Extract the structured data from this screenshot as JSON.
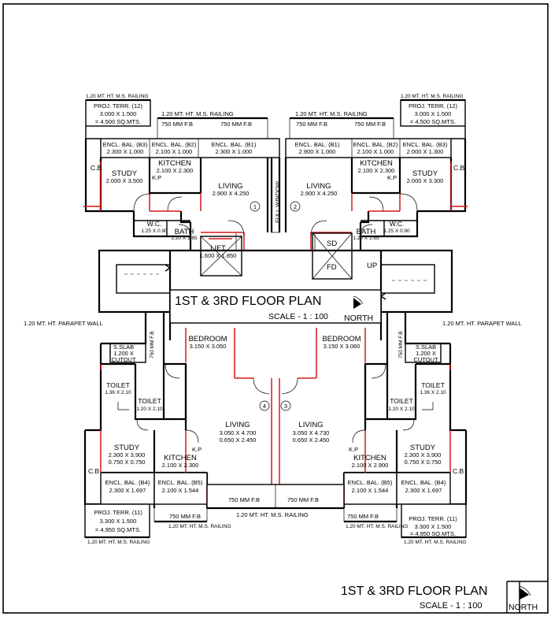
{
  "title_block": {
    "title": "1ST & 3RD FLOOR PLAN",
    "scale": "SCALE - 1 : 100",
    "north": "NORTH"
  },
  "center_title": {
    "title": "1ST & 3RD FLOOR PLAN",
    "scale": "SCALE - 1 : 100",
    "north": "NORTH"
  },
  "railings": {
    "top_left_terr": "1.20 MT. HT. M.S. RAILING",
    "top_left": "1.20 MT. HT. M.S. RAILING",
    "top_right": "1.20 MT. HT. M.S. RAILING",
    "top_right_terr": "1.20 MT. HT. M.S. RAILING",
    "bottom_center": "1.20 MT. HT. M.S. RAILING",
    "bottom_left_terr": "1.20 MT. HT. M.S. RAILING",
    "bottom_left": "1.20 MT. HT. M.S. RAILING",
    "bottom_right": "1.20 MT. HT. M.S. RAILING",
    "bottom_right_terr": "1.20 MT. HT. M.S. RAILING"
  },
  "parapet": {
    "left": "1.20 MT. HT. PARAPET WALL",
    "right": "1.20 MT. HT. PARAPET WALL"
  },
  "proj_terr": {
    "tl": {
      "name": "PROJ. TERR. (12)",
      "dim": "3.000 X 1.500",
      "area": "= 4.500 SQ.MTS."
    },
    "tr": {
      "name": "PROJ. TERR. (12)",
      "dim": "3.000 X 1.500",
      "area": "= 4.500 SQ.MTS."
    },
    "bl": {
      "name": "PROJ. TERR. (11)",
      "dim": "3.300 X 1.500",
      "area": "= 4.950 SQ.MTS."
    },
    "br": {
      "name": "PROJ. TERR. (11)",
      "dim": "3.300 X 1.500",
      "area": "= 4.950 SQ.MTS."
    }
  },
  "fb": {
    "t1": "750 MM F.B",
    "t2": "750 MM F.B",
    "t3": "750 MM F.B",
    "t4": "750 MM F.B",
    "bl": "750 MM F.B",
    "bc1": "750 MM F.B",
    "bc2": "750 MM F.B",
    "br": "750 MM F.B",
    "vl": "750 MM F.B",
    "vr": "750 MM F.B"
  },
  "encl_bal": {
    "b3_l": {
      "name": "ENCL. BAL. (B3)",
      "dim": "2.300 X 1.000"
    },
    "b2_l": {
      "name": "ENCL. BAL. (B2)",
      "dim": "2.100 X 1.000"
    },
    "b1_l": {
      "name": "ENCL. BAL. (B1)",
      "dim": "2.300 X 1.000"
    },
    "b1_r": {
      "name": "ENCL. BAL. (B1)",
      "dim": "2.900 X 1.000"
    },
    "b2_r": {
      "name": "ENCL. BAL. (B2)",
      "dim": "2.100 X 1.000"
    },
    "b3_r": {
      "name": "ENCL. BAL. (B3)",
      "dim": "2.000 X 1.300"
    },
    "b4_l": {
      "name": "ENCL. BAL. (B4)",
      "dim": "2.300 X 1.697"
    },
    "b5_l": {
      "name": "ENCL. BAL. (B5)",
      "dim": "2.100 X 1.544"
    },
    "b5_r": {
      "name": "ENCL. BAL. (B5)",
      "dim": "2.100 X 1.544"
    },
    "b4_r": {
      "name": "ENCL. BAL. (B4)",
      "dim": "2.300 X 1.697"
    }
  },
  "rooms": {
    "kitchen_tl": {
      "name": "KITCHEN",
      "dim": "2.100 X 2.300"
    },
    "kitchen_tr": {
      "name": "KITCHEN",
      "dim": "2.100 X 2.300"
    },
    "kitchen_bl": {
      "name": "KITCHEN",
      "dim": "2.100 X 2.300"
    },
    "kitchen_br": {
      "name": "KITCHEN",
      "dim": "2.100 X 2.900"
    },
    "study_tl": {
      "name": "STUDY",
      "dim": "2.000 X 3.500"
    },
    "study_tr": {
      "name": "STUDY",
      "dim": "2.000 X 3.300"
    },
    "study_bl": {
      "name": "STUDY",
      "dim": "2.300 X 3.900",
      "dim2": "0.750 X 0.750"
    },
    "study_br": {
      "name": "STUDY",
      "dim": "2.300 X 3.900",
      "dim2": "0.750 X 0.750"
    },
    "living_tl": {
      "name": "LIVING",
      "dim": "2.900 X 4.250"
    },
    "living_tr": {
      "name": "LIVING",
      "dim": "2.900 X 4.250"
    },
    "living_bl": {
      "name": "LIVING",
      "dim": "3.050 X 4.700",
      "dim2": "0.650 X 2.450"
    },
    "living_br": {
      "name": "LIVING",
      "dim": "3.050 X 4.730",
      "dim2": "0.650 X 2.450"
    },
    "bedroom_l": {
      "name": "BEDROOM",
      "dim": "3.150 X 3.050"
    },
    "bedroom_r": {
      "name": "BEDROOM",
      "dim": "3.150 X 3.060"
    },
    "wc_l": {
      "name": "W.C.",
      "dim": "1.25 X 0.90"
    },
    "wc_r": {
      "name": "W.C.",
      "dim": "1.25 X 0.90"
    },
    "bath_l": {
      "name": "BATH",
      "dim": "1.20 X 1.65"
    },
    "bath_r": {
      "name": "BATH",
      "dim": "1.20 X 1.65"
    },
    "toilet_l1": {
      "name": "TOILET",
      "dim": "1.36 X 2.10"
    },
    "toilet_l2": {
      "name": "TOILET",
      "dim": "1.20 X 2.10"
    },
    "toilet_r1": {
      "name": "TOILET",
      "dim": "1.20 X 2.10"
    },
    "toilet_r2": {
      "name": "TOILET",
      "dim": "1.36 X 2.10"
    },
    "lift": {
      "name": "LIFT",
      "dim": "1.600 X 1.850"
    }
  },
  "cutouts": {
    "l": {
      "name": "S.SLAB",
      "dim": "1.200 X",
      "cut": "CUTOUT"
    },
    "r": {
      "name": "S.SLAB",
      "dim": "1.200 X",
      "cut": "CUTOUT"
    }
  },
  "labels": {
    "kp_tl": "K.P",
    "kp_tr": "K.P",
    "kp_bl": "K.P",
    "kp_br": "K.P",
    "cb_tl": "C.B",
    "cb_tr": "C.B",
    "cb_bl": "C.B",
    "cb_br": "C.B",
    "full_window": "FULL WINDOW",
    "up": "UP",
    "sd": "SD",
    "fd": "FD",
    "n1": "1",
    "n2": "2",
    "n3": "3",
    "n4": "4"
  }
}
